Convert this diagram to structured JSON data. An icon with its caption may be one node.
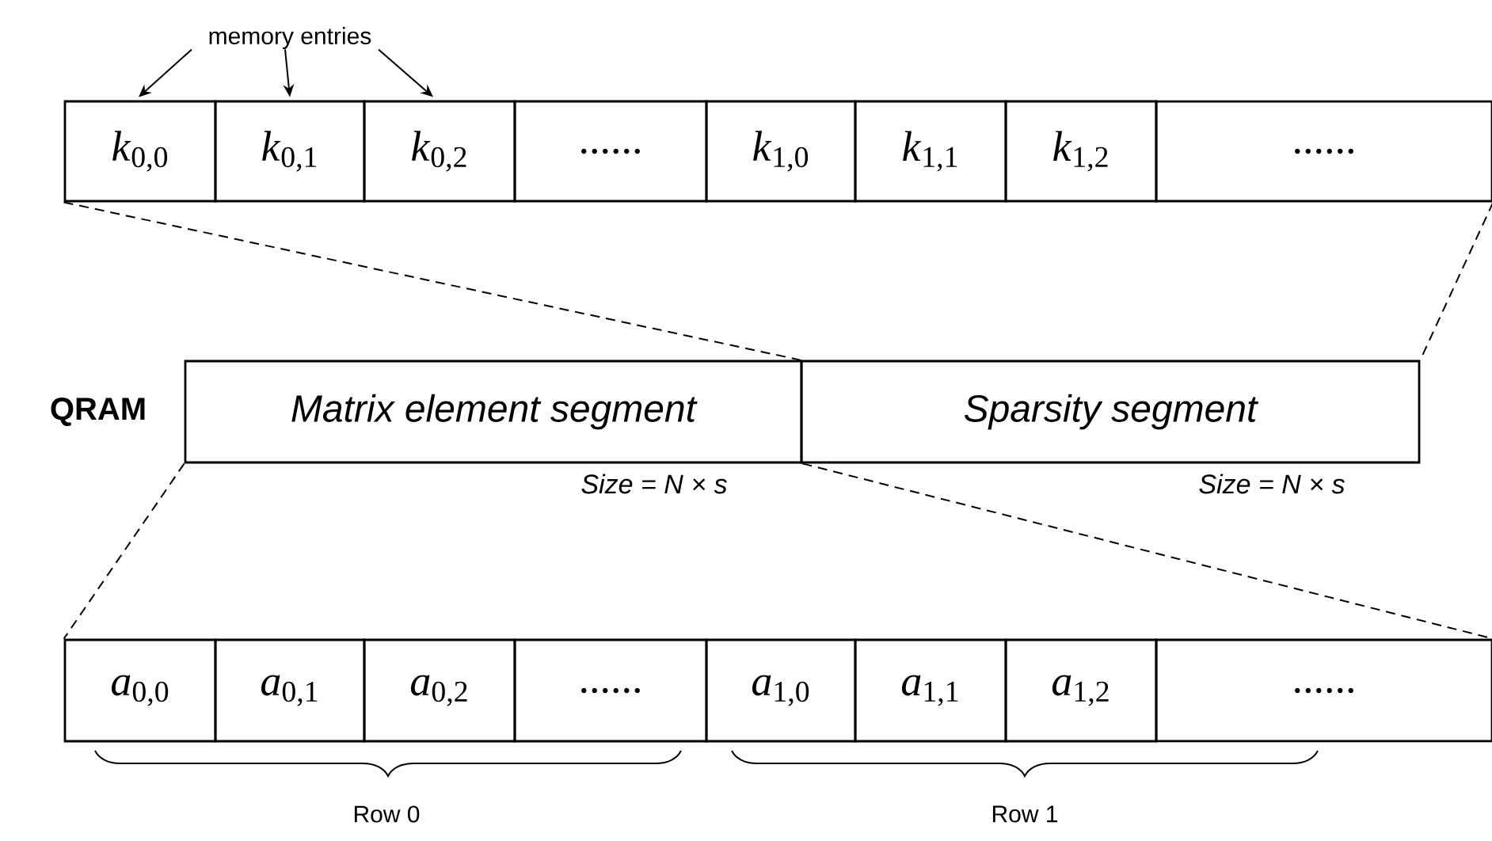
{
  "diagram": {
    "nodes": [
      {
        "text": [
          "memory entries"
        ]
      },
      {
        "text": [
          "*k*$_{0,0}$"
        ]
      },
      {
        "text": [
          "*k*$_{0,1}$"
        ]
      },
      {
        "text": [
          "*k*$_{0,2}$"
        ]
      },
      {
        "text": [
          "......"
        ]
      },
      {
        "text": [
          "*k*$_{1,0}$"
        ]
      },
      {
        "text": [
          "*k*$_{1,1}$"
        ]
      },
      {
        "text": [
          "*k*$_{1,2}$"
        ]
      },
      {
        "text": [
          "......"
        ]
      },
      {
        "text": [
          "Matrix element segment"
        ],
        "beside": [
          "Size = N × s"
        ]
      },
      {
        "text": [
          "Sparsity segment"
        ],
        "beside": [
          "Size = N × s"
        ]
      },
      {
        "text": [
          "*a*$_{0,0}$"
        ]
      },
      {
        "text": [
          "*a*$_{0,1}$"
        ]
      },
      {
        "text": [
          "*a*$_{0,2}$"
        ]
      },
      {
        "text": [
          "......"
        ]
      },
      {
        "text": [
          "*a*$_{1,0}$"
        ]
      },
      {
        "text": [
          "*a*$_{1,1}$"
        ]
      },
      {
        "text": [
          "*a*$_{1,2}$"
        ]
      },
      {
        "text": [
          "......"
        ]
      }
    ],
    "edges": [
      {
        "from": 0,
        "to": 1,
        "arrow": "to"
      },
      {
        "from": 0,
        "to": 2,
        "arrow": "to"
      },
      {
        "from": 0,
        "to": 3,
        "arrow": "to"
      },
      {
        "from": 1,
        "to": 10,
        "arrow": "none",
        "style": "dashed"
      },
      {
        "from": 8,
        "to": 10,
        "arrow": "none",
        "style": "dashed"
      },
      {
        "from": 9,
        "to": 11,
        "arrow": "none",
        "style": "dashed"
      },
      {
        "from": 9,
        "to": 18,
        "arrow": "none",
        "style": "dashed"
      }
    ],
    "labels": [
      "QRAM",
      "Row 0",
      "Row 1"
    ]
  }
}
